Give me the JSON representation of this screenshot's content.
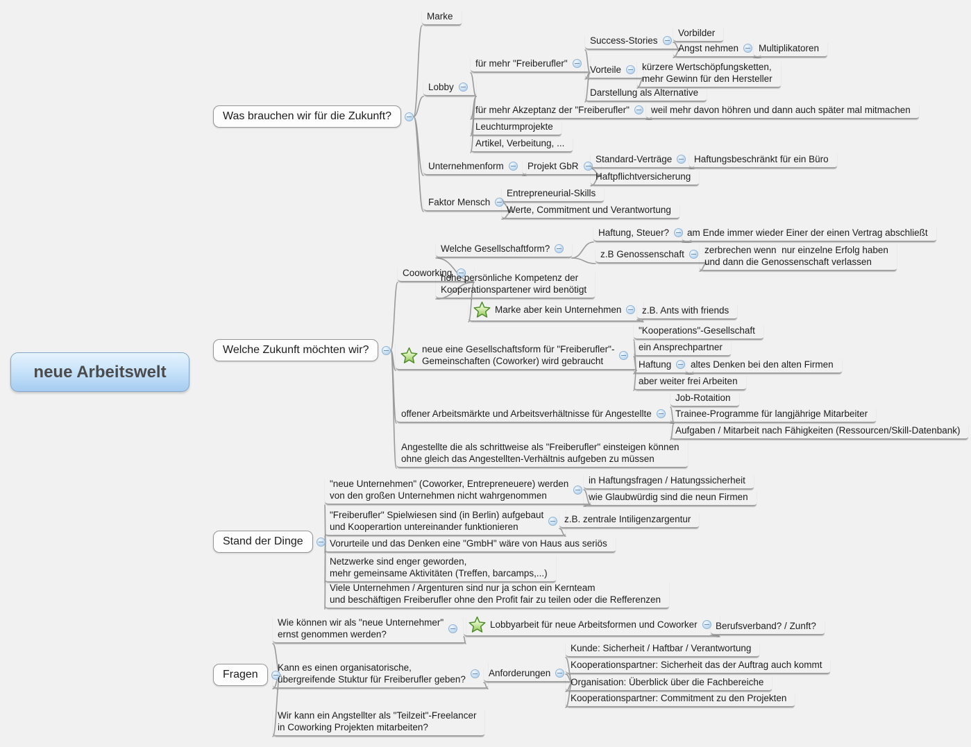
{
  "palette": {
    "background": "#f1f1f1",
    "line": "#9a9a9a",
    "text": "#1c1c1c",
    "root_fill_top": "#e6f3fe",
    "root_fill_bottom": "#a6ccf1",
    "root_border": "#84a7c9",
    "box_fill": "#fdfdfd",
    "box_border": "#979797",
    "star_green": "#4c8a28",
    "collapse_icon_blue": "#abcbe8"
  },
  "icons": {
    "collapse": "minus-circle-icon",
    "marker": "star-icon"
  },
  "tree": {
    "label": "neue Arbeitswelt",
    "children": [
      {
        "label": "Was brauchen wir für die Zukunft?",
        "children": [
          {
            "label": "Marke"
          },
          {
            "label": "Lobby",
            "children": [
              {
                "label": "für mehr \"Freiberufler\"",
                "children": [
                  {
                    "label": "Success-Stories",
                    "children": [
                      {
                        "label": "Vorbilder"
                      },
                      {
                        "label": "Angst nehmen",
                        "children": [
                          {
                            "label": "Multiplikatoren"
                          }
                        ]
                      }
                    ]
                  },
                  {
                    "label": "Vorteile",
                    "children": [
                      {
                        "label": "kürzere Wertschöpfungsketten,\nmehr Gewinn für den Hersteller"
                      }
                    ]
                  },
                  {
                    "label": "Darstellung als Alternative"
                  }
                ]
              },
              {
                "label": "für mehr Akzeptanz der \"Freiberufler\"",
                "children": [
                  {
                    "label": "weil mehr davon höhren und dann auch später mal mitmachen"
                  }
                ]
              },
              {
                "label": "Leuchturmprojekte"
              },
              {
                "label": "Artikel, Verbeitung, ..."
              }
            ]
          },
          {
            "label": "Unternehmenform",
            "children": [
              {
                "label": "Projekt GbR",
                "children": [
                  {
                    "label": "Standard-Verträge",
                    "children": [
                      {
                        "label": "Haftungsbeschränkt für ein Büro"
                      }
                    ]
                  },
                  {
                    "label": "Haftpflichtversicherung"
                  }
                ]
              }
            ]
          },
          {
            "label": "Faktor Mensch",
            "children": [
              {
                "label": "Entrepreneurial-Skills"
              },
              {
                "label": "Werte, Commitment und Verantwortung"
              }
            ]
          }
        ]
      },
      {
        "label": "Welche Zukunft möchten wir?",
        "children": [
          {
            "label": "Cooworking",
            "children": [
              {
                "label": "Welche Gesellschaftform?",
                "children": [
                  {
                    "label": "Haftung, Steuer?",
                    "children": [
                      {
                        "label": "am Ende immer wieder Einer der einen Vertrag abschließt"
                      }
                    ]
                  },
                  {
                    "label": "z.B Genossenschaft",
                    "children": [
                      {
                        "label": "zerbrechen wenn  nur einzelne Erfolg haben\nund dann die Genossenschaft verlassen"
                      }
                    ]
                  }
                ]
              },
              {
                "label": "hohe persönliche Kompetenz der\nKooperationspartener wird benötigt"
              },
              {
                "label": "Marke aber kein Unternehmen",
                "marker": "star",
                "children": [
                  {
                    "label": "z.B. Ants with friends"
                  }
                ]
              }
            ]
          },
          {
            "label": "neue eine Gesellschaftsform für \"Freiberufler\"-\nGemeinschaften (Coworker) wird gebraucht",
            "marker": "star",
            "children": [
              {
                "label": "\"Kooperations\"-Gesellschaft"
              },
              {
                "label": "ein Ansprechpartner"
              },
              {
                "label": "Haftung",
                "children": [
                  {
                    "label": "altes Denken bei den alten Firmen"
                  }
                ]
              },
              {
                "label": "aber weiter frei Arbeiten"
              }
            ]
          },
          {
            "label": "offener Arbeitsmärkte und Arbeitsverhältnisse für Angestellte",
            "children": [
              {
                "label": "Job-Rotaition"
              },
              {
                "label": "Trainee-Programme für langjährige Mitarbeiter"
              },
              {
                "label": "Aufgaben / Mitarbeit nach Fähigkeiten (Ressourcen/Skill-Datenbank)"
              }
            ]
          },
          {
            "label": "Angestellte die als schrittweise als \"Freiberufler\" einsteigen können\nohne gleich das Angestellten-Verhältnis aufgeben zu müssen"
          }
        ]
      },
      {
        "label": "Stand der Dinge",
        "children": [
          {
            "label": "\"neue Unternehmen\" (Coworker, Entrepreneuere) werden\nvon den großen Unternehmen nicht wahrgenommen",
            "children": [
              {
                "label": "in Haftungsfragen / Hatungssicherheit"
              },
              {
                "label": "wie Glaubwürdig sind die neun Firmen"
              }
            ]
          },
          {
            "label": "\"Freiberufler\" Spielwiesen sind (in Berlin) aufgebaut\nund Kooperartion untereinander funktionieren",
            "children": [
              {
                "label": "z.B. zentrale Intiligenzargentur"
              }
            ]
          },
          {
            "label": "Vorurteile und das Denken eine \"GmbH\" wäre von Haus aus seriös"
          },
          {
            "label": "Netzwerke sind enger geworden,\nmehr gemeinsame Aktivitäten (Treffen, barcamps,...)"
          },
          {
            "label": "Viele Unternehmen / Argenturen sind nur ja schon ein Kernteam\nund beschäftigen Freiberufler ohne den Profit fair zu teilen oder die Refferenzen"
          }
        ]
      },
      {
        "label": "Fragen",
        "children": [
          {
            "label": "Wie können wir als \"neue Unternehmer\"\nernst genommen werden?",
            "children": [
              {
                "label": "Lobbyarbeit für neue Arbeitsformen und Coworker",
                "marker": "star",
                "children": [
                  {
                    "label": "Berufsverband? / Zunft?"
                  }
                ]
              }
            ]
          },
          {
            "label": "Kann es einen organisatorische,\nübergreifende Stuktur für Freiberufler geben?",
            "children": [
              {
                "label": "Anforderungen",
                "children": [
                  {
                    "label": "Kunde: Sicherheit / Haftbar / Verantwortung"
                  },
                  {
                    "label": "Kooperationspartner: Sicherheit das der Auftrag auch kommt"
                  },
                  {
                    "label": "Organisation: Überblick über die Fachbereiche"
                  },
                  {
                    "label": "Kooperationspartner: Commitment zu den Projekten"
                  }
                ]
              }
            ]
          },
          {
            "label": "Wir kann ein Angstellter als \"Teilzeit\"-Freelancer\nin Coworking Projekten mitarbeiten?"
          }
        ]
      }
    ]
  }
}
